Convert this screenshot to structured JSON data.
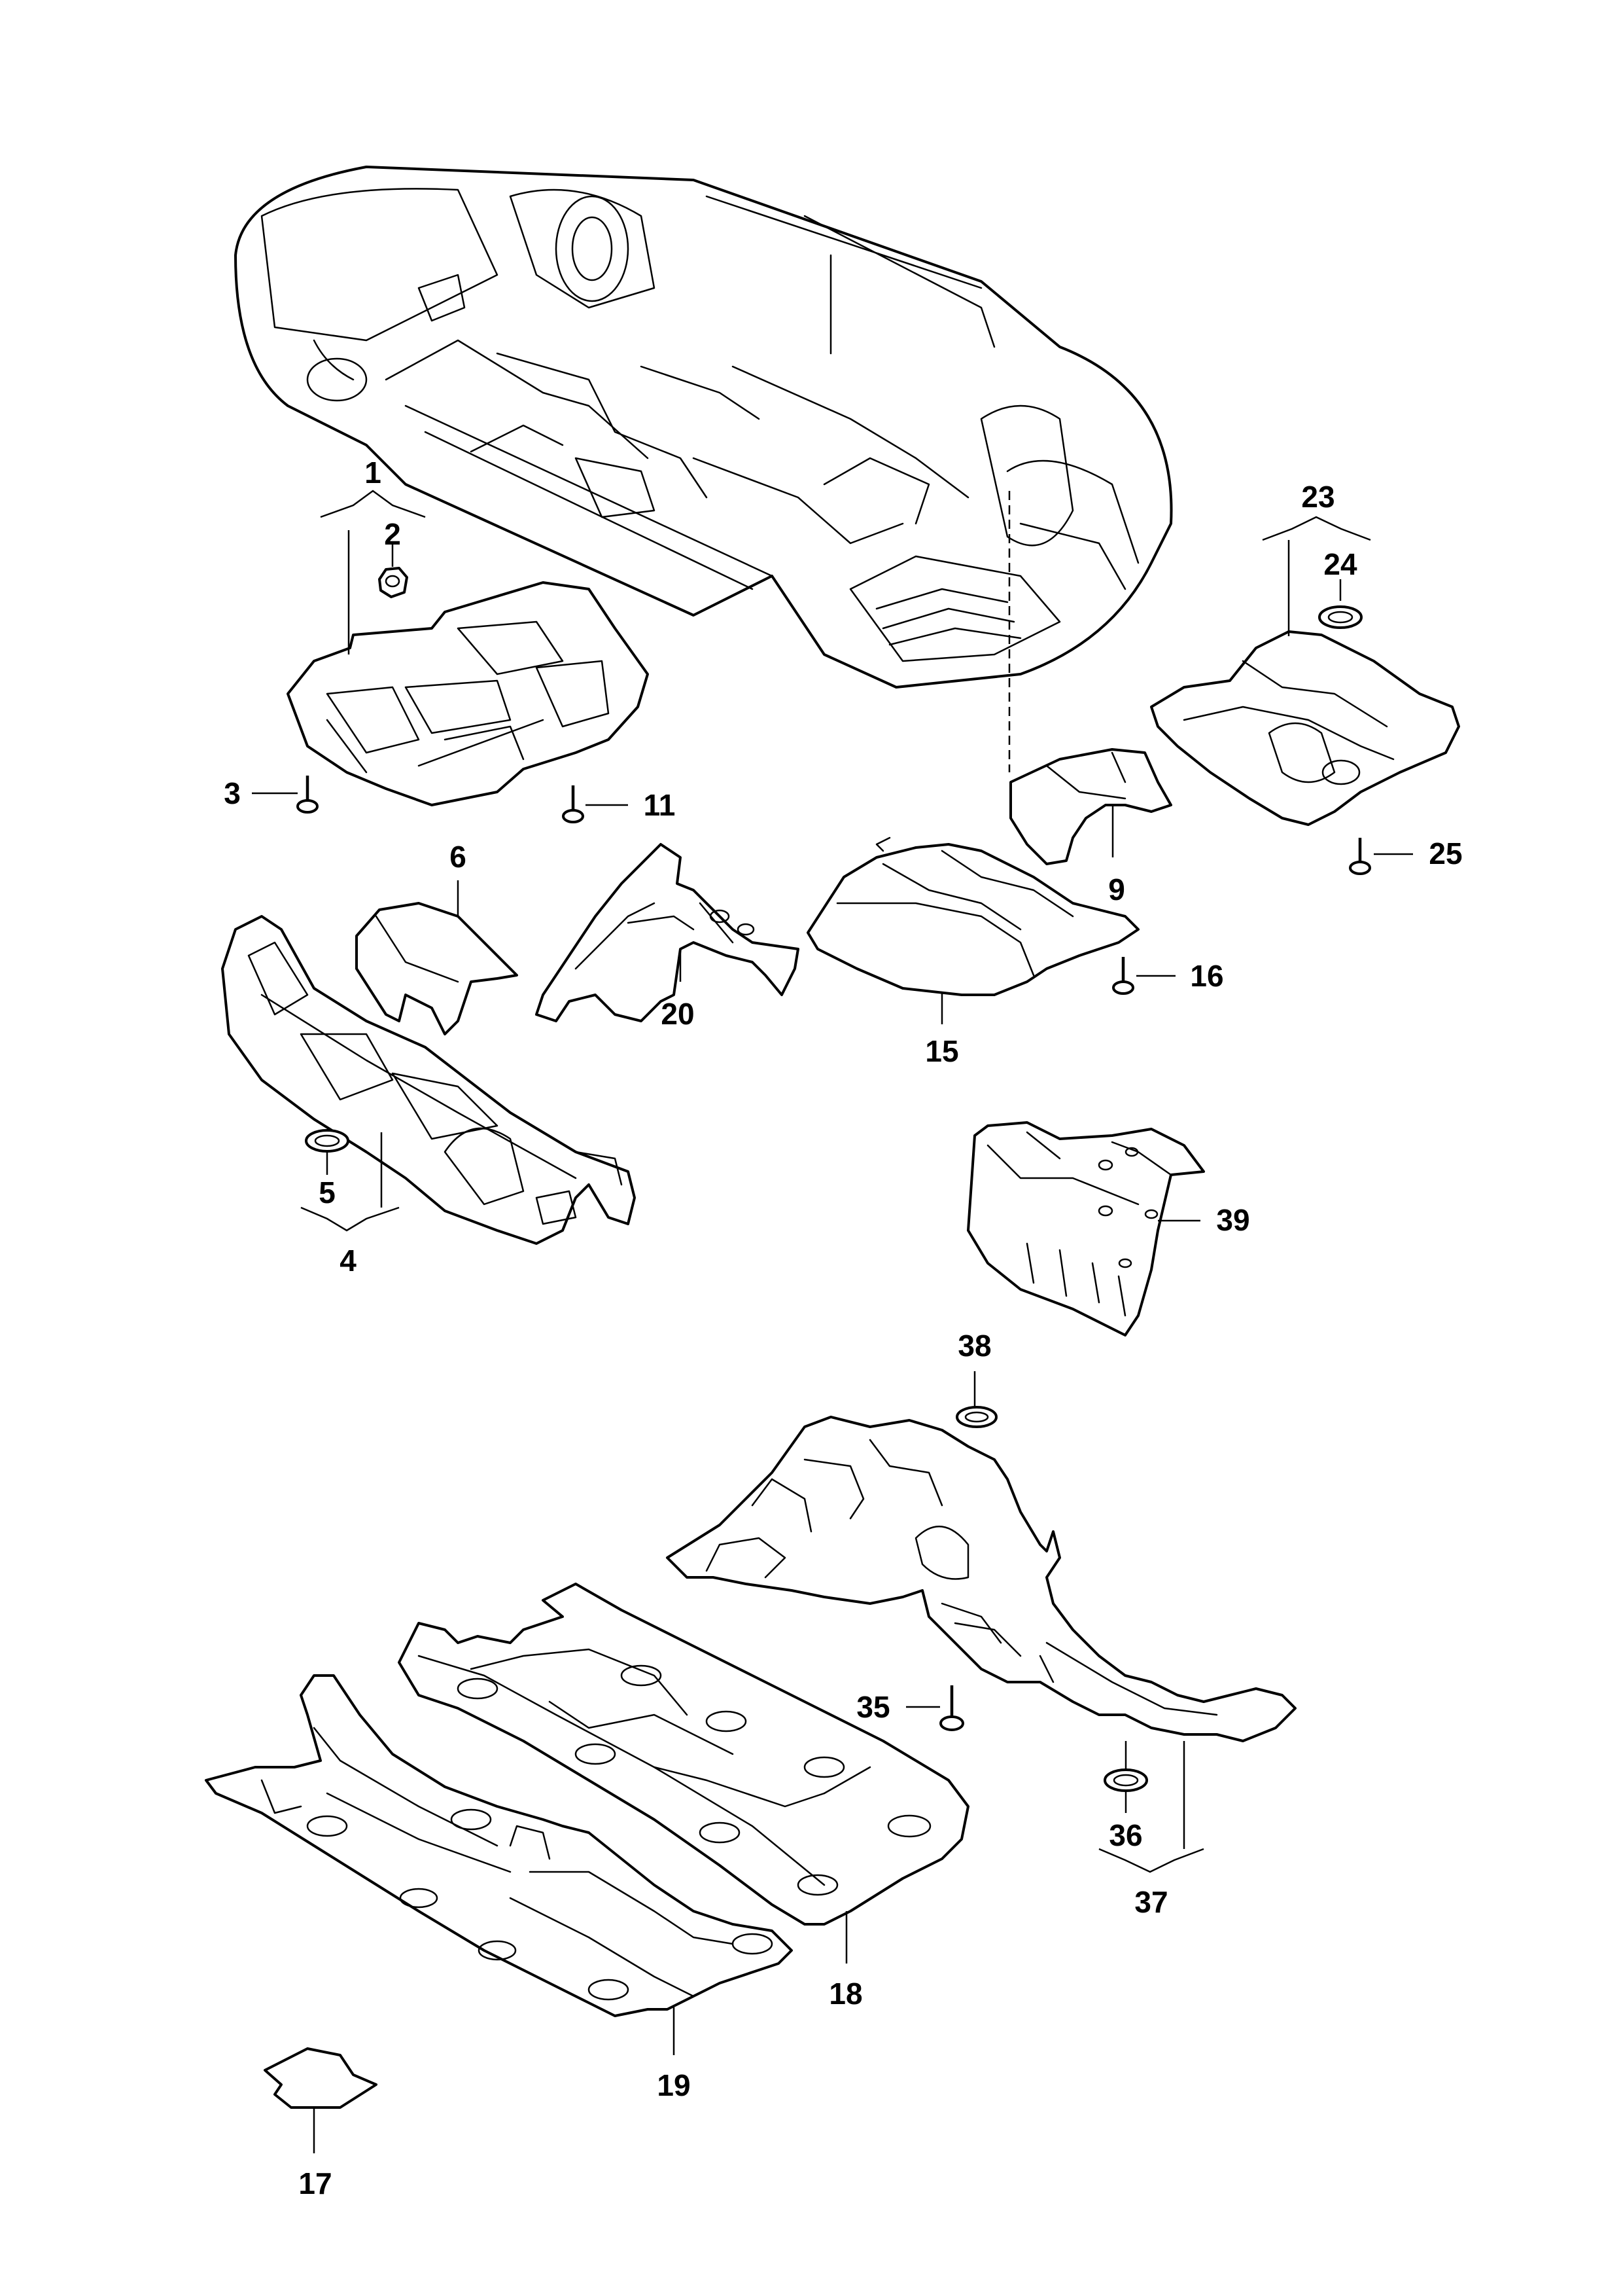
{
  "diagram": {
    "callouts": [
      {
        "id": "1",
        "text": "1"
      },
      {
        "id": "2",
        "text": "2"
      },
      {
        "id": "3",
        "text": "3"
      },
      {
        "id": "4",
        "text": "4"
      },
      {
        "id": "5",
        "text": "5"
      },
      {
        "id": "6",
        "text": "6"
      },
      {
        "id": "9",
        "text": "9"
      },
      {
        "id": "11",
        "text": "11"
      },
      {
        "id": "15",
        "text": "15"
      },
      {
        "id": "16",
        "text": "16"
      },
      {
        "id": "17",
        "text": "17"
      },
      {
        "id": "18",
        "text": "18"
      },
      {
        "id": "19",
        "text": "19"
      },
      {
        "id": "20",
        "text": "20"
      },
      {
        "id": "23",
        "text": "23"
      },
      {
        "id": "24",
        "text": "24"
      },
      {
        "id": "25",
        "text": "25"
      },
      {
        "id": "35",
        "text": "35"
      },
      {
        "id": "36",
        "text": "36"
      },
      {
        "id": "37",
        "text": "37"
      },
      {
        "id": "38",
        "text": "38"
      },
      {
        "id": "39",
        "text": "39"
      }
    ]
  }
}
